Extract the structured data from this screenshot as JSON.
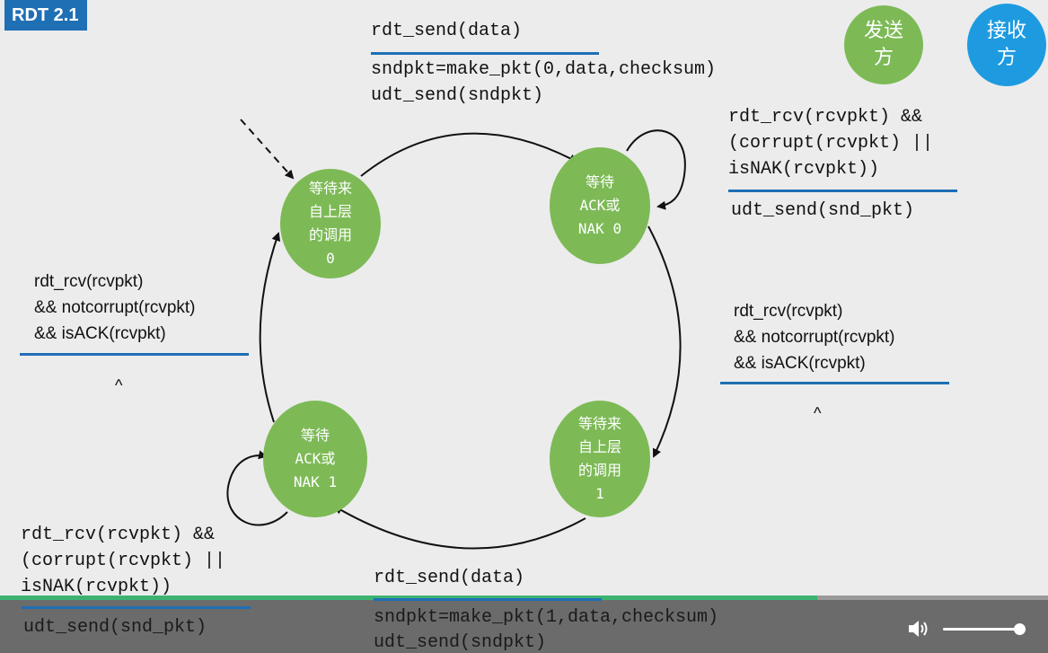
{
  "slide": {
    "title": "RDT 2.1",
    "roles": {
      "sender": [
        "发送",
        "方"
      ],
      "receiver": [
        "接收",
        "方"
      ]
    },
    "states": {
      "wait_call_0": [
        "等待来",
        "自上层",
        "的调用",
        "0"
      ],
      "wait_ack_0": [
        "等待",
        "ACK或",
        "NAK 0"
      ],
      "wait_ack_1": [
        "等待",
        "ACK或",
        "NAK 1"
      ],
      "wait_call_1": [
        "等待来",
        "自上层",
        "的调用",
        "1"
      ]
    },
    "transitions": {
      "top_event": "rdt_send(data)",
      "top_action": [
        "sndpkt=make_pkt(0,data,checksum)",
        "udt_send(sndpkt)"
      ],
      "right_top_event": [
        "rdt_rcv(rcvpkt) &&",
        "(corrupt(rcvpkt) ||",
        "isNAK(rcvpkt))"
      ],
      "right_top_action": "udt_send(snd_pkt)",
      "right_mid_event": [
        "rdt_rcv(rcvpkt)",
        "&& notcorrupt(rcvpkt)",
        "&& isACK(rcvpkt)"
      ],
      "right_mid_action": "^",
      "left_mid_event": [
        "rdt_rcv(rcvpkt)",
        "&& notcorrupt(rcvpkt)",
        "&& isACK(rcvpkt)"
      ],
      "left_mid_action": "^",
      "left_bottom_event": [
        "rdt_rcv(rcvpkt) &&",
        "(corrupt(rcvpkt) ||",
        "isNAK(rcvpkt))"
      ],
      "left_bottom_action": "udt_send(snd_pkt)",
      "bottom_event": "rdt_send(data)",
      "bottom_action": [
        "sndpkt=make_pkt(1,data,checksum)",
        "udt_send(sndpkt)"
      ]
    }
  },
  "player": {
    "progress": 0.78,
    "volume": 0.92,
    "volume_icon": "speaker-icon"
  },
  "colors": {
    "state": "#7dba56",
    "receiver": "#1e9be0",
    "rule": "#1f6fb5",
    "progress": "#3cb371"
  }
}
